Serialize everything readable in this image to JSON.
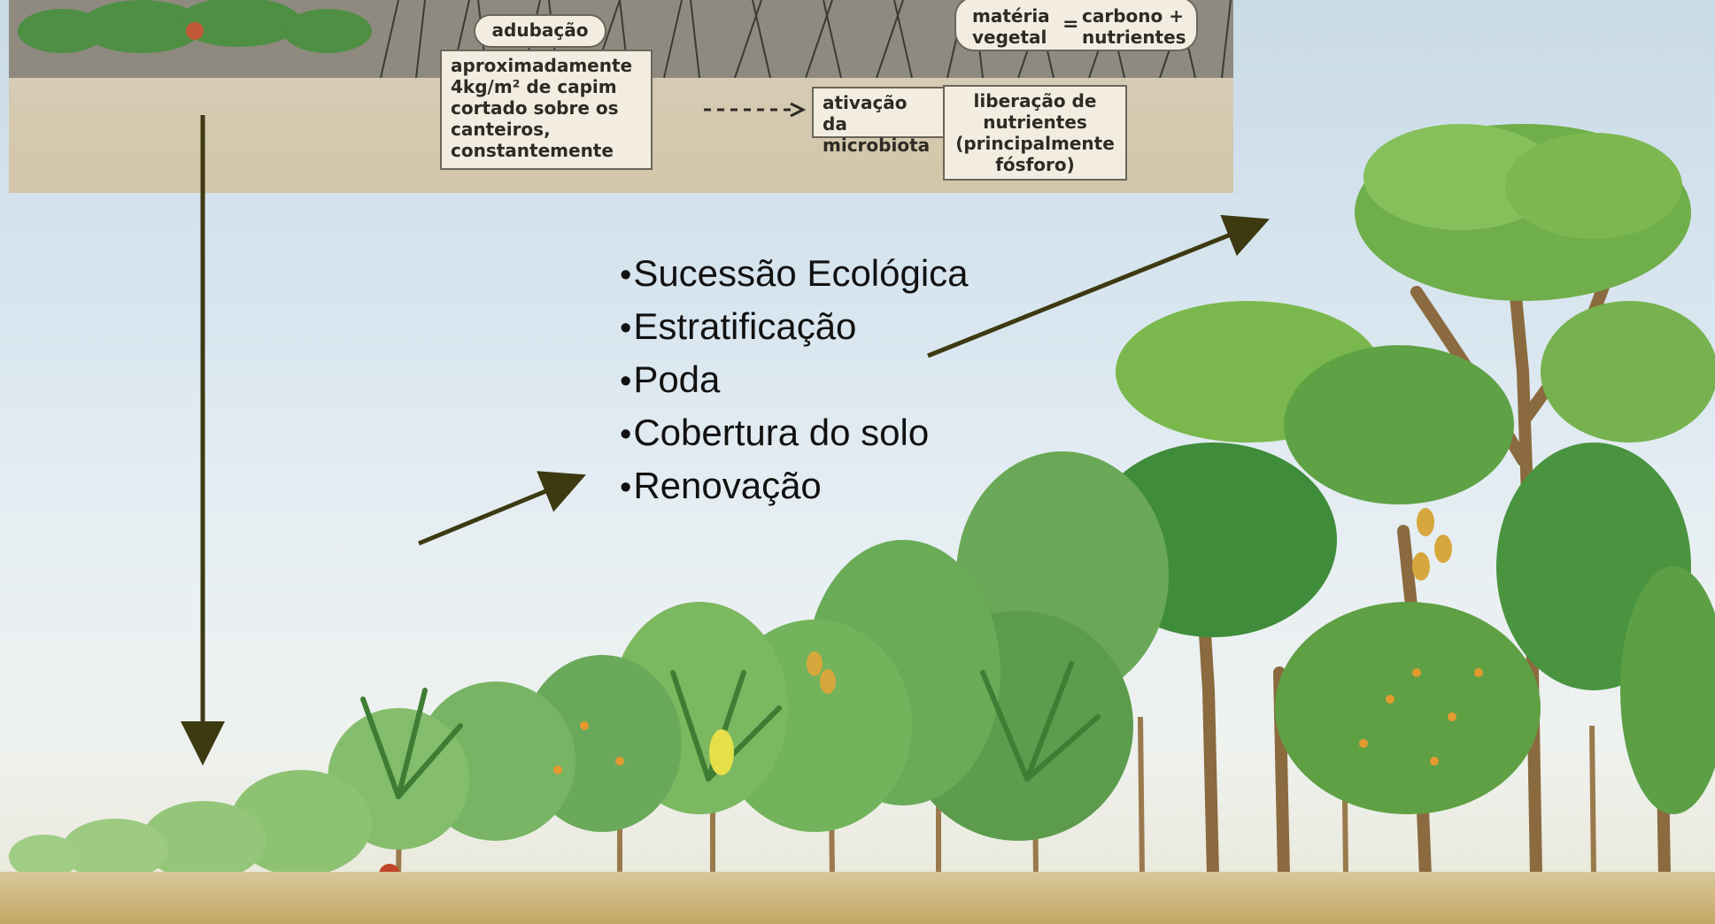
{
  "inset": {
    "adubacao_label": "adubação",
    "amount_lines": [
      "aproximadamente",
      "4kg/m² de capim",
      "cortado sobre os",
      "canteiros,",
      "constantemente"
    ],
    "microbiota_lines": [
      "ativação da",
      "microbiota"
    ],
    "nutrients_release_lines": [
      "liberação de",
      "nutrientes",
      "(principalmente",
      "fósforo)"
    ],
    "equation": {
      "left_lines": [
        "matéria",
        "vegetal"
      ],
      "operator": "=",
      "right_lines": [
        "carbono +",
        "nutrientes"
      ]
    }
  },
  "principles": [
    "Sucessão Ecológica",
    "Estratificação",
    "Poda",
    "Cobertura do solo",
    "Renovação"
  ],
  "colors": {
    "arrow": "#3d3a12",
    "tag_border": "#6b645a",
    "tag_fill": "#f3ede1"
  }
}
